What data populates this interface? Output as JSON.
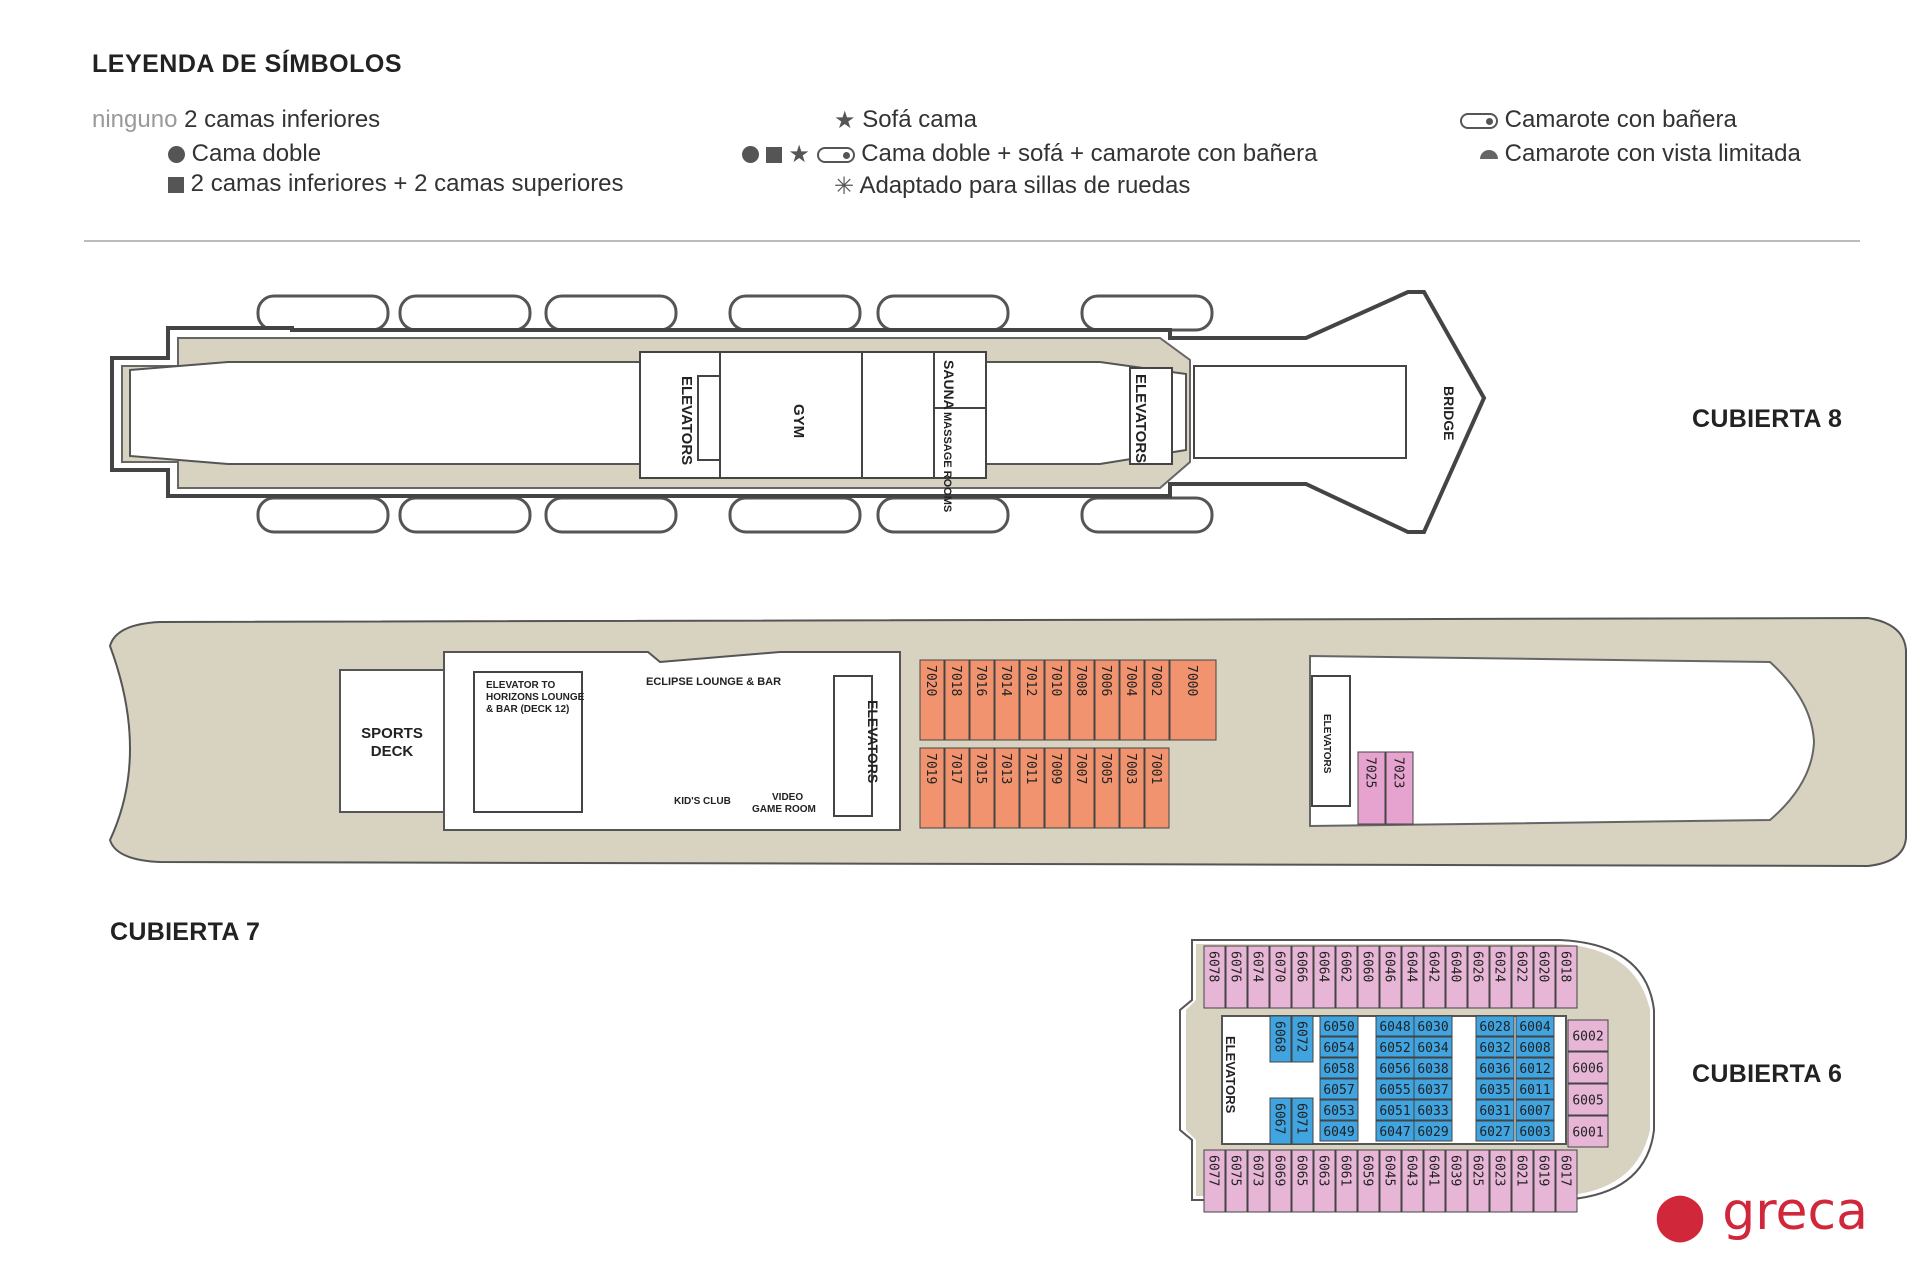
{
  "legend": {
    "title": "LEYENDA DE SÍMBOLOS",
    "none_prefix": "ninguno",
    "items": {
      "two_lower": "2 camas inferiores",
      "double_bed": "Cama doble",
      "two_lower_two_upper": "2 camas inferiores + 2 camas superiores",
      "sofa_bed": "Sofá cama",
      "double_sofa_tub": "Cama doble + sofá + camarote con bañera",
      "wheelchair": "Adaptado para sillas de ruedas",
      "tub_cabin": "Camarote con bañera",
      "limited_view": "Camarote con vista limitada"
    }
  },
  "decks": {
    "deck8": {
      "label": "CUBIERTA 8",
      "areas": {
        "elevators_a": "ELEVATORS",
        "gym": "GYM",
        "sauna": "SAUNA",
        "massage": "MASSAGE ROOMS",
        "elevators_b": "ELEVATORS",
        "bridge": "BRIDGE"
      }
    },
    "deck7": {
      "label": "CUBIERTA 7",
      "areas": {
        "sports": "SPORTS DECK",
        "elevator_to": "ELEVATOR TO HORIZONS LOUNGE & BAR (DECK 12)",
        "eclipse": "ECLIPSE LOUNGE & BAR",
        "kids": "KID'S CLUB",
        "video": "VIDEO GAME ROOM",
        "elevators": "ELEVATORS",
        "elevators_fwd": "ELEVATORS"
      },
      "cabins_top": [
        "7020",
        "7018",
        "7016",
        "7014",
        "7012",
        "7010",
        "7008",
        "7006",
        "7004",
        "7002",
        "7000"
      ],
      "cabins_bottom": [
        "7019",
        "7017",
        "7015",
        "7013",
        "7011",
        "7009",
        "7007",
        "7005",
        "7003",
        "7001"
      ],
      "cabins_fwd": [
        "7025",
        "7023"
      ]
    },
    "deck6": {
      "label": "CUBIERTA 6",
      "elevators": "ELEVATORS",
      "outer_top": [
        "6078",
        "6076",
        "6074",
        "6070",
        "6066",
        "6064",
        "6062",
        "6060",
        "6046",
        "6044",
        "6042",
        "6040",
        "6026",
        "6024",
        "6022",
        "6020",
        "6018"
      ],
      "outer_bottom": [
        "6077",
        "6075",
        "6073",
        "6069",
        "6065",
        "6063",
        "6061",
        "6059",
        "6045",
        "6043",
        "6041",
        "6039",
        "6025",
        "6023",
        "6021",
        "6019",
        "6017"
      ],
      "inner_left": [
        "6068",
        "6072",
        "6067",
        "6071"
      ],
      "inner_col1": [
        "6050",
        "6054",
        "6058",
        "6057",
        "6053",
        "6049"
      ],
      "inner_col2": [
        "6048",
        "6052",
        "6056",
        "6055",
        "6051",
        "6047"
      ],
      "inner_col3": [
        "6030",
        "6034",
        "6038",
        "6037",
        "6033",
        "6029"
      ],
      "inner_col4": [
        "6028",
        "6032",
        "6036",
        "6035",
        "6031",
        "6027"
      ],
      "inner_col5": [
        "6004",
        "6008",
        "6012",
        "6011",
        "6007",
        "6003"
      ],
      "fwd": [
        "6002",
        "6006",
        "6005",
        "6001"
      ]
    }
  },
  "brand": {
    "name": "greca",
    "color": "#d0273b"
  },
  "colors": {
    "deck": "#d8d2c0",
    "cabin_orange": "#f0936e",
    "cabin_pink": "#e6a3cf",
    "cabin_blue": "#3fa4e0",
    "cabin_outer_pink": "#e7b6d6"
  }
}
